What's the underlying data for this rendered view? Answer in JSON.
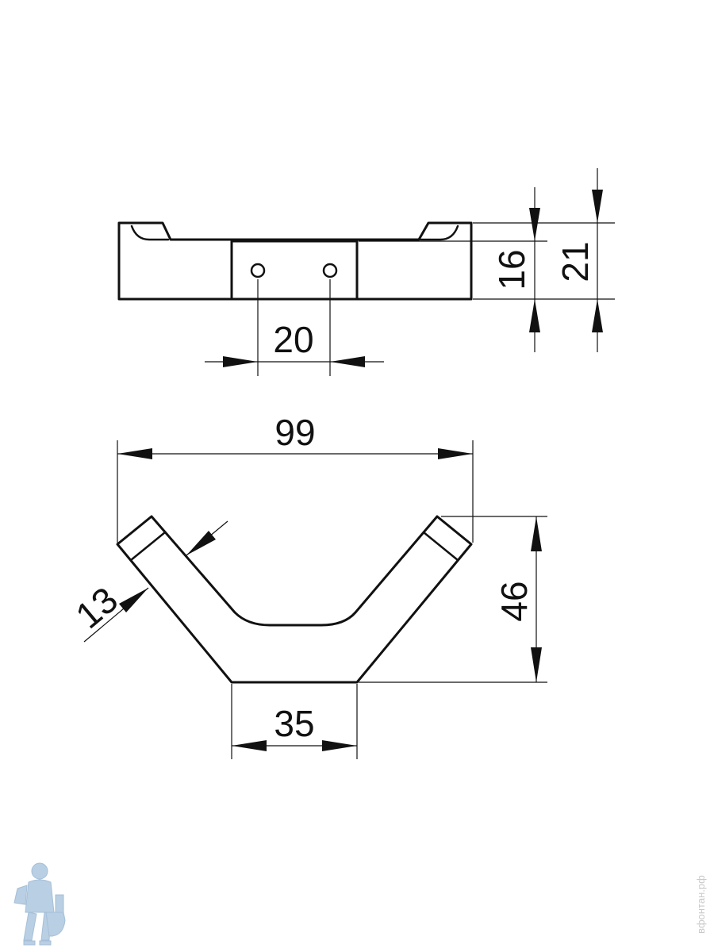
{
  "colors": {
    "line": "#111111",
    "background": "#ffffff",
    "logo": "#b9cfe3",
    "watermark": "#c9c9c9"
  },
  "dimensions": {
    "hole_spacing": "20",
    "plate_height": "16",
    "total_height": "21",
    "overall_width": "99",
    "arm_width": "13",
    "depth": "46",
    "base_width": "35"
  },
  "logo": {
    "icon": "plumber-with-toilet-icon"
  },
  "watermark": {
    "text": "вфонтан.рф"
  }
}
